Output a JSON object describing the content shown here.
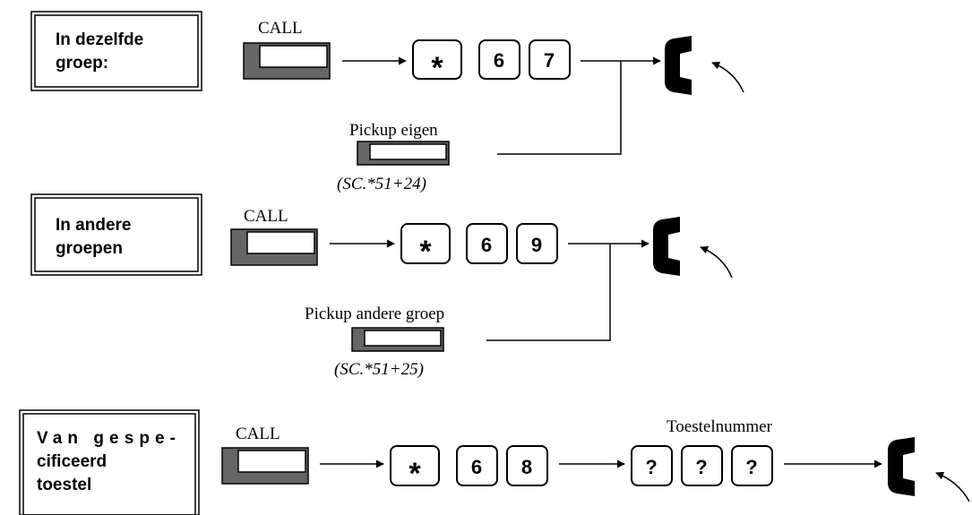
{
  "sections": [
    {
      "label_lines": [
        "In dezelfde",
        "groep:"
      ],
      "call_label": "CALL",
      "keys": [
        "*",
        "6",
        "7"
      ],
      "pickup": {
        "label": "Pickup eigen",
        "code": "(SC.*51+24)"
      }
    },
    {
      "label_lines": [
        "In andere",
        "groepen"
      ],
      "call_label": "CALL",
      "keys": [
        "*",
        "6",
        "9"
      ],
      "pickup": {
        "label": "Pickup andere groep",
        "code": "(SC.*51+25)"
      }
    },
    {
      "label_lines": [
        "Van gespe-",
        "cificeerd",
        "toestel"
      ],
      "call_label": "CALL",
      "keys": [
        "*",
        "6",
        "8"
      ],
      "extension": {
        "label": "Toestelnummer",
        "keys": [
          "?",
          "?",
          "?"
        ]
      }
    }
  ],
  "icons": {
    "button": "call-button-icon",
    "handset": "phone-handset-icon",
    "lift_arrow": "lift-arrow-icon"
  }
}
